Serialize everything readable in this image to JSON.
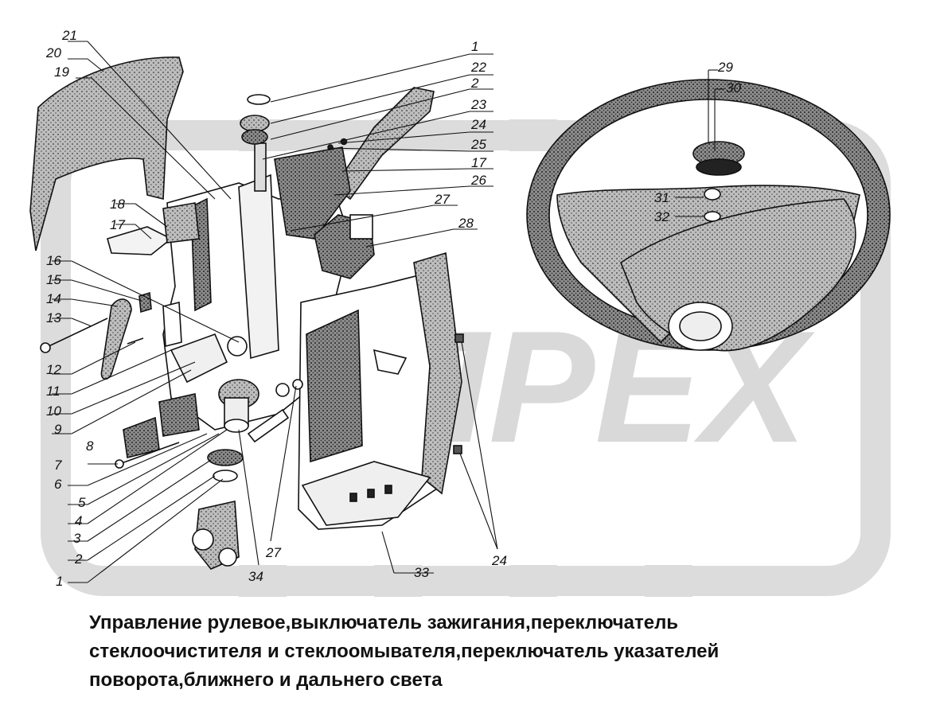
{
  "watermark": {
    "text": "ПРЕХ",
    "color": "#d9d9d9"
  },
  "caption": {
    "line1": "Управление рулевое,выключатель зажигания,переключатель",
    "line2": "стеклоочистителя и стеклоомывателя,переключатель указателей",
    "line3": "поворота,ближнего и дальнего света"
  },
  "callouts": {
    "c1_top": "1",
    "c22": "22",
    "c2_top": "2",
    "c23": "23",
    "c24_top": "24",
    "c25": "25",
    "c17_right": "17",
    "c26": "26",
    "c27_top": "27",
    "c28": "28",
    "c21": "21",
    "c20": "20",
    "c19": "19",
    "c18": "18",
    "c17_left": "17",
    "c16": "16",
    "c15": "15",
    "c14": "14",
    "c13": "13",
    "c12": "12",
    "c11": "11",
    "c10": "10",
    "c9": "9",
    "c8": "8",
    "c7": "7",
    "c6": "6",
    "c5": "5",
    "c4": "4",
    "c3": "3",
    "c2_bottom": "2",
    "c1_bottom": "1",
    "c34": "34",
    "c27_bottom": "27",
    "c33": "33",
    "c24_bottom": "24",
    "c29": "29",
    "c30": "30",
    "c31": "31",
    "c32": "32"
  },
  "colors": {
    "ink": "#111111",
    "shade": "#8a8a8a",
    "light": "#c9c9c9",
    "paper": "#ffffff"
  }
}
